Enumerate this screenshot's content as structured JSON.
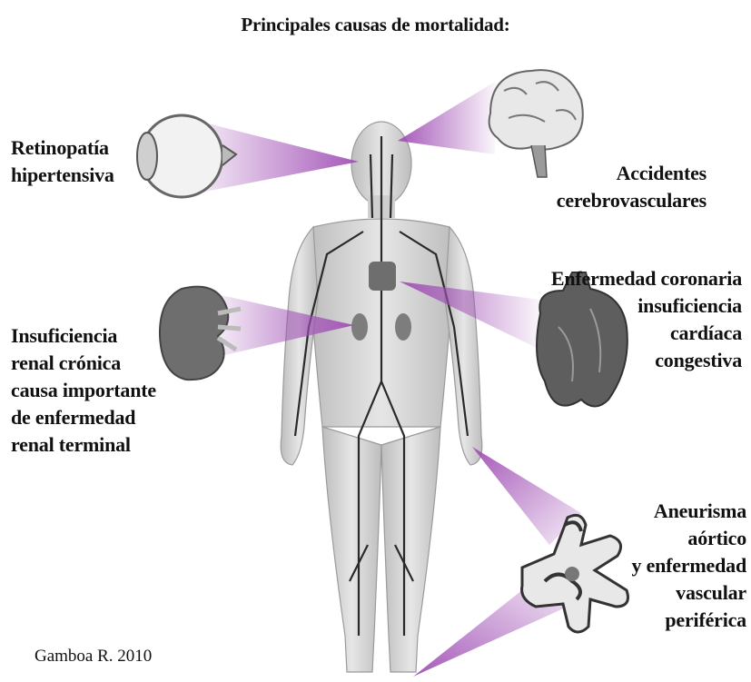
{
  "title": "Principales causas de mortalidad:",
  "labels": {
    "eye": [
      "Retinopatía",
      "hipertensiva"
    ],
    "brain": [
      "Accidentes",
      "cerebrovasculares"
    ],
    "kidney": [
      "Insuficiencia",
      "renal crónica",
      "causa importante",
      "de enfermedad",
      "renal terminal"
    ],
    "heart": [
      "Enfermedad coronaria",
      "insuficiencia",
      "cardíaca",
      "congestiva"
    ],
    "vessels": [
      "Aneurisma",
      "aórtico",
      "y enfermedad",
      "vascular",
      "periférica"
    ]
  },
  "credit": "Gamboa R. 2010",
  "colors": {
    "ray": "#a04fb5",
    "body": "#d9d9d9",
    "vessel": "#2a2a2a",
    "organ": "#6e6e6e"
  }
}
